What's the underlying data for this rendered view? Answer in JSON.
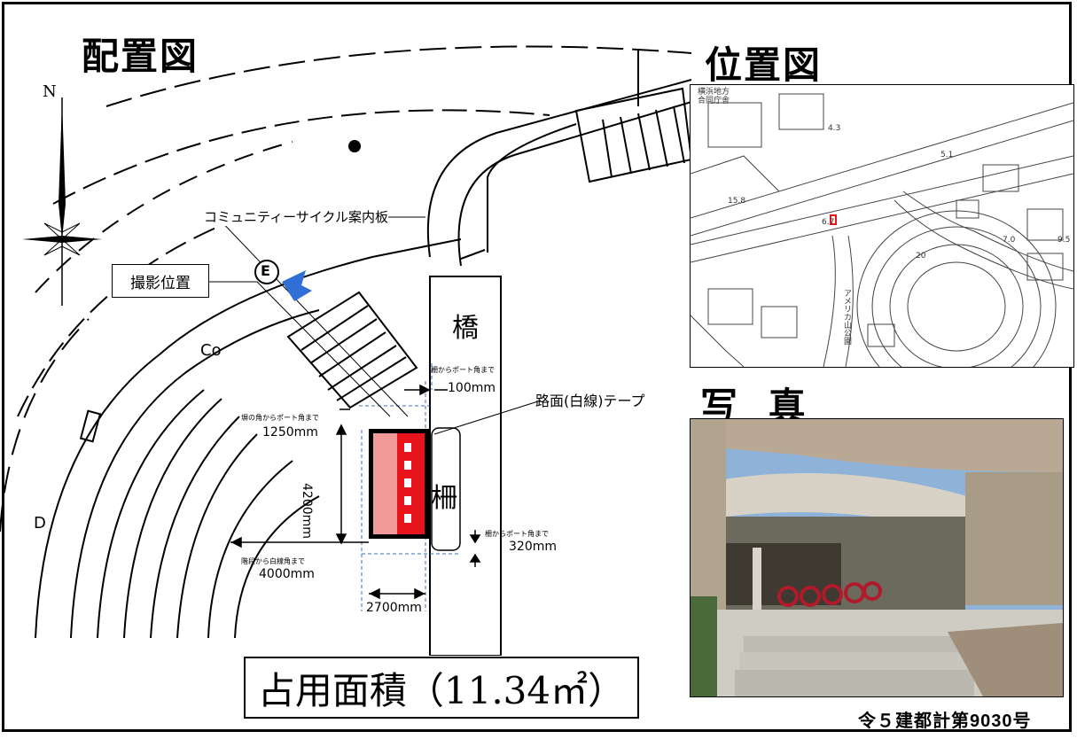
{
  "titles": {
    "layout": "配置図",
    "location": "位置図",
    "photo": "写 真"
  },
  "compass": {
    "north": "N"
  },
  "layout_labels": {
    "cycle_sign": "コミュニティーサイクル案内板",
    "photo_position": "撮影位置",
    "photo_marker": "E",
    "bridge": "橋",
    "fence": "柵",
    "road_tape": "路面(白線)テープ",
    "co": "Co",
    "edge_letter": "D"
  },
  "dimensions": {
    "top_note": "柵からポート角まで",
    "top_value": "100mm",
    "left_note": "塀の角からポート角まで",
    "left_value": "1250mm",
    "height_value": "4200mm",
    "bottom_left_note": "階段から白線角まで",
    "bottom_left_value": "4000mm",
    "right_note": "柵からポート角まで",
    "right_value": "320mm",
    "width_value": "2700mm"
  },
  "occupied_area": "占用面積（11.34㎡）",
  "permit_number": "令５建都計第9030号",
  "location_map": {
    "building_label_1": "横浜地方",
    "building_label_2": "合同庁舎",
    "park_label": "アメリカ山公園",
    "numbers": [
      "4.3",
      "15.8",
      "6.7",
      "5.1",
      "7.0",
      "9.5",
      "20"
    ]
  },
  "colors": {
    "occupied_fill": "#f29a9a",
    "occupied_strip": "#e8141c",
    "arrow_blue": "#2f6fd6",
    "dash_blue": "#3a6fb8"
  }
}
